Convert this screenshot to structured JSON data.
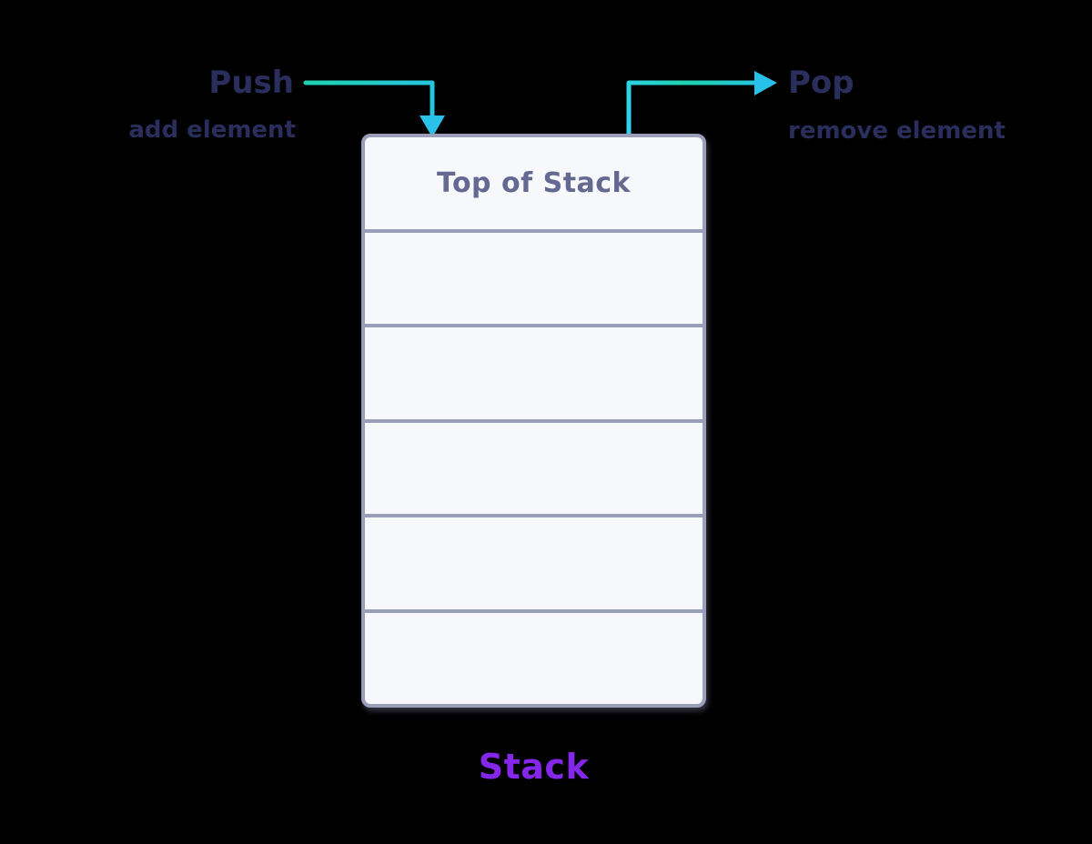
{
  "diagram": {
    "push": {
      "label": "Push",
      "sublabel": "add element"
    },
    "pop": {
      "label": "Pop",
      "sublabel": "remove element"
    },
    "stack": {
      "title": "Stack",
      "cells": [
        "Top of Stack",
        "",
        "",
        "",
        "",
        ""
      ]
    },
    "icons": {
      "push_arrow": "down-elbow-arrow",
      "pop_arrow": "right-elbow-arrow"
    },
    "colors": {
      "background": "#000000",
      "label_text": "#2A2E5C",
      "top_of_stack_text": "#646992",
      "stack_title": "#8527EA",
      "cell_fill": "#F7F8FC",
      "cell_border": "#9A9EB8",
      "arrow_teal": "#1ED2B0",
      "arrow_cyan": "#29C1E9"
    }
  }
}
